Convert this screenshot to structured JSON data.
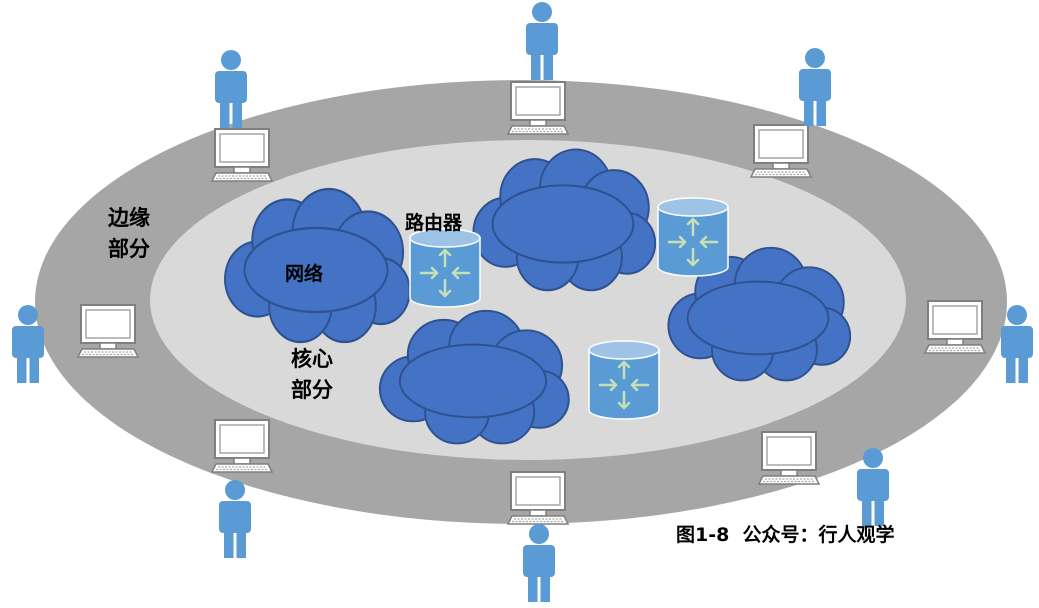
{
  "labels": {
    "edge_line1": "边缘",
    "edge_line2": "部分",
    "core_line1": "核心",
    "core_line2": "部分",
    "network": "网络",
    "router": "路由器",
    "caption": "图1-8  公众号：行人观学"
  },
  "colors": {
    "outer_ring": "#a6a6a6",
    "inner_core": "#d9d9d9",
    "cloud": "#4472c4",
    "cloud_stroke": "#2f528f",
    "router_body": "#5b9bd5",
    "router_top": "#9dc3e6",
    "router_arrow": "#c5e0b4",
    "person": "#5b9bd5",
    "computer_fill": "#ffffff",
    "computer_stroke": "#7f7f7f"
  },
  "icons": {
    "person": "person-icon",
    "computer": "computer-icon",
    "cloud": "cloud-icon",
    "router": "router-icon"
  }
}
